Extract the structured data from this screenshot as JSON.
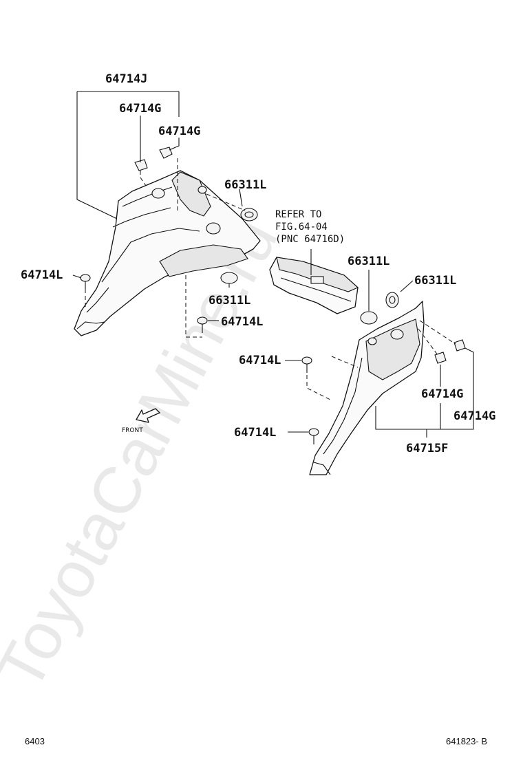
{
  "watermark": "ToyotaCarMine.ru",
  "labels": {
    "part_64714J": "64714J",
    "part_64714G_a": "64714G",
    "part_64714G_b": "64714G",
    "part_66311L_a": "66311L",
    "part_64714L_a": "64714L",
    "part_66311L_b": "66311L",
    "part_64714L_b": "64714L",
    "part_66311L_c": "66311L",
    "part_66311L_d": "66311L",
    "part_64714L_c": "64714L",
    "part_64714L_d": "64714L",
    "part_64714G_c": "64714G",
    "part_64714G_d": "64714G",
    "part_64715F": "64715F"
  },
  "refer_note": {
    "line1": "REFER TO",
    "line2": "FIG.64-04",
    "line3": "(PNC 64716D)"
  },
  "front_label": "FRONT",
  "footer": {
    "left": "6403",
    "right": "641823- B"
  }
}
